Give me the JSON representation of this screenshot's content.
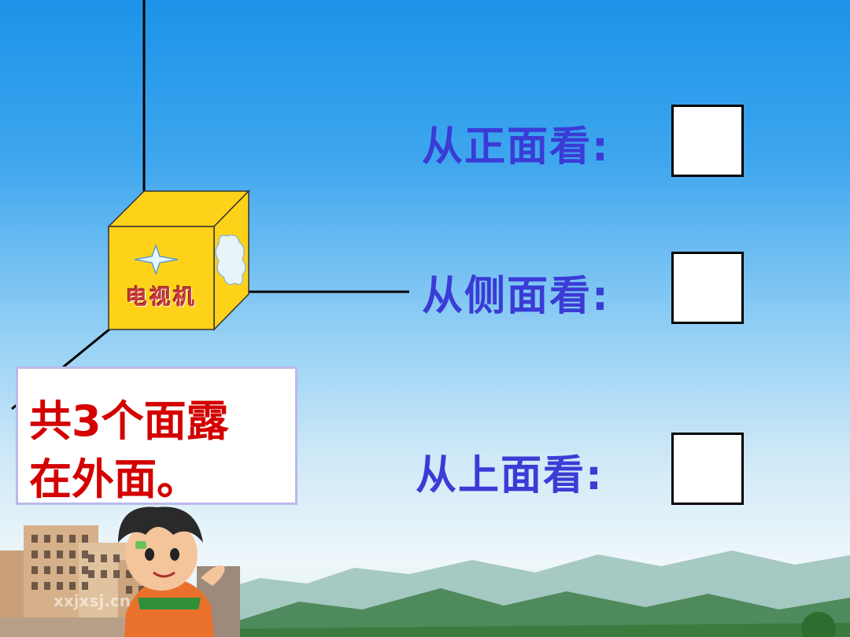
{
  "views": [
    {
      "label": "从正面看:"
    },
    {
      "label": "从侧面看:"
    },
    {
      "label": "从上面看:"
    }
  ],
  "note": {
    "line1": "共3个面露",
    "line2": "在外面。"
  },
  "cube": {
    "front_text": "电视机",
    "face_color": "#ffd21a"
  },
  "watermark": "xxjxsj.cn",
  "colors": {
    "label": "#3b3bd6",
    "note_text": "#d40000",
    "note_border": "#b9b9ea"
  }
}
